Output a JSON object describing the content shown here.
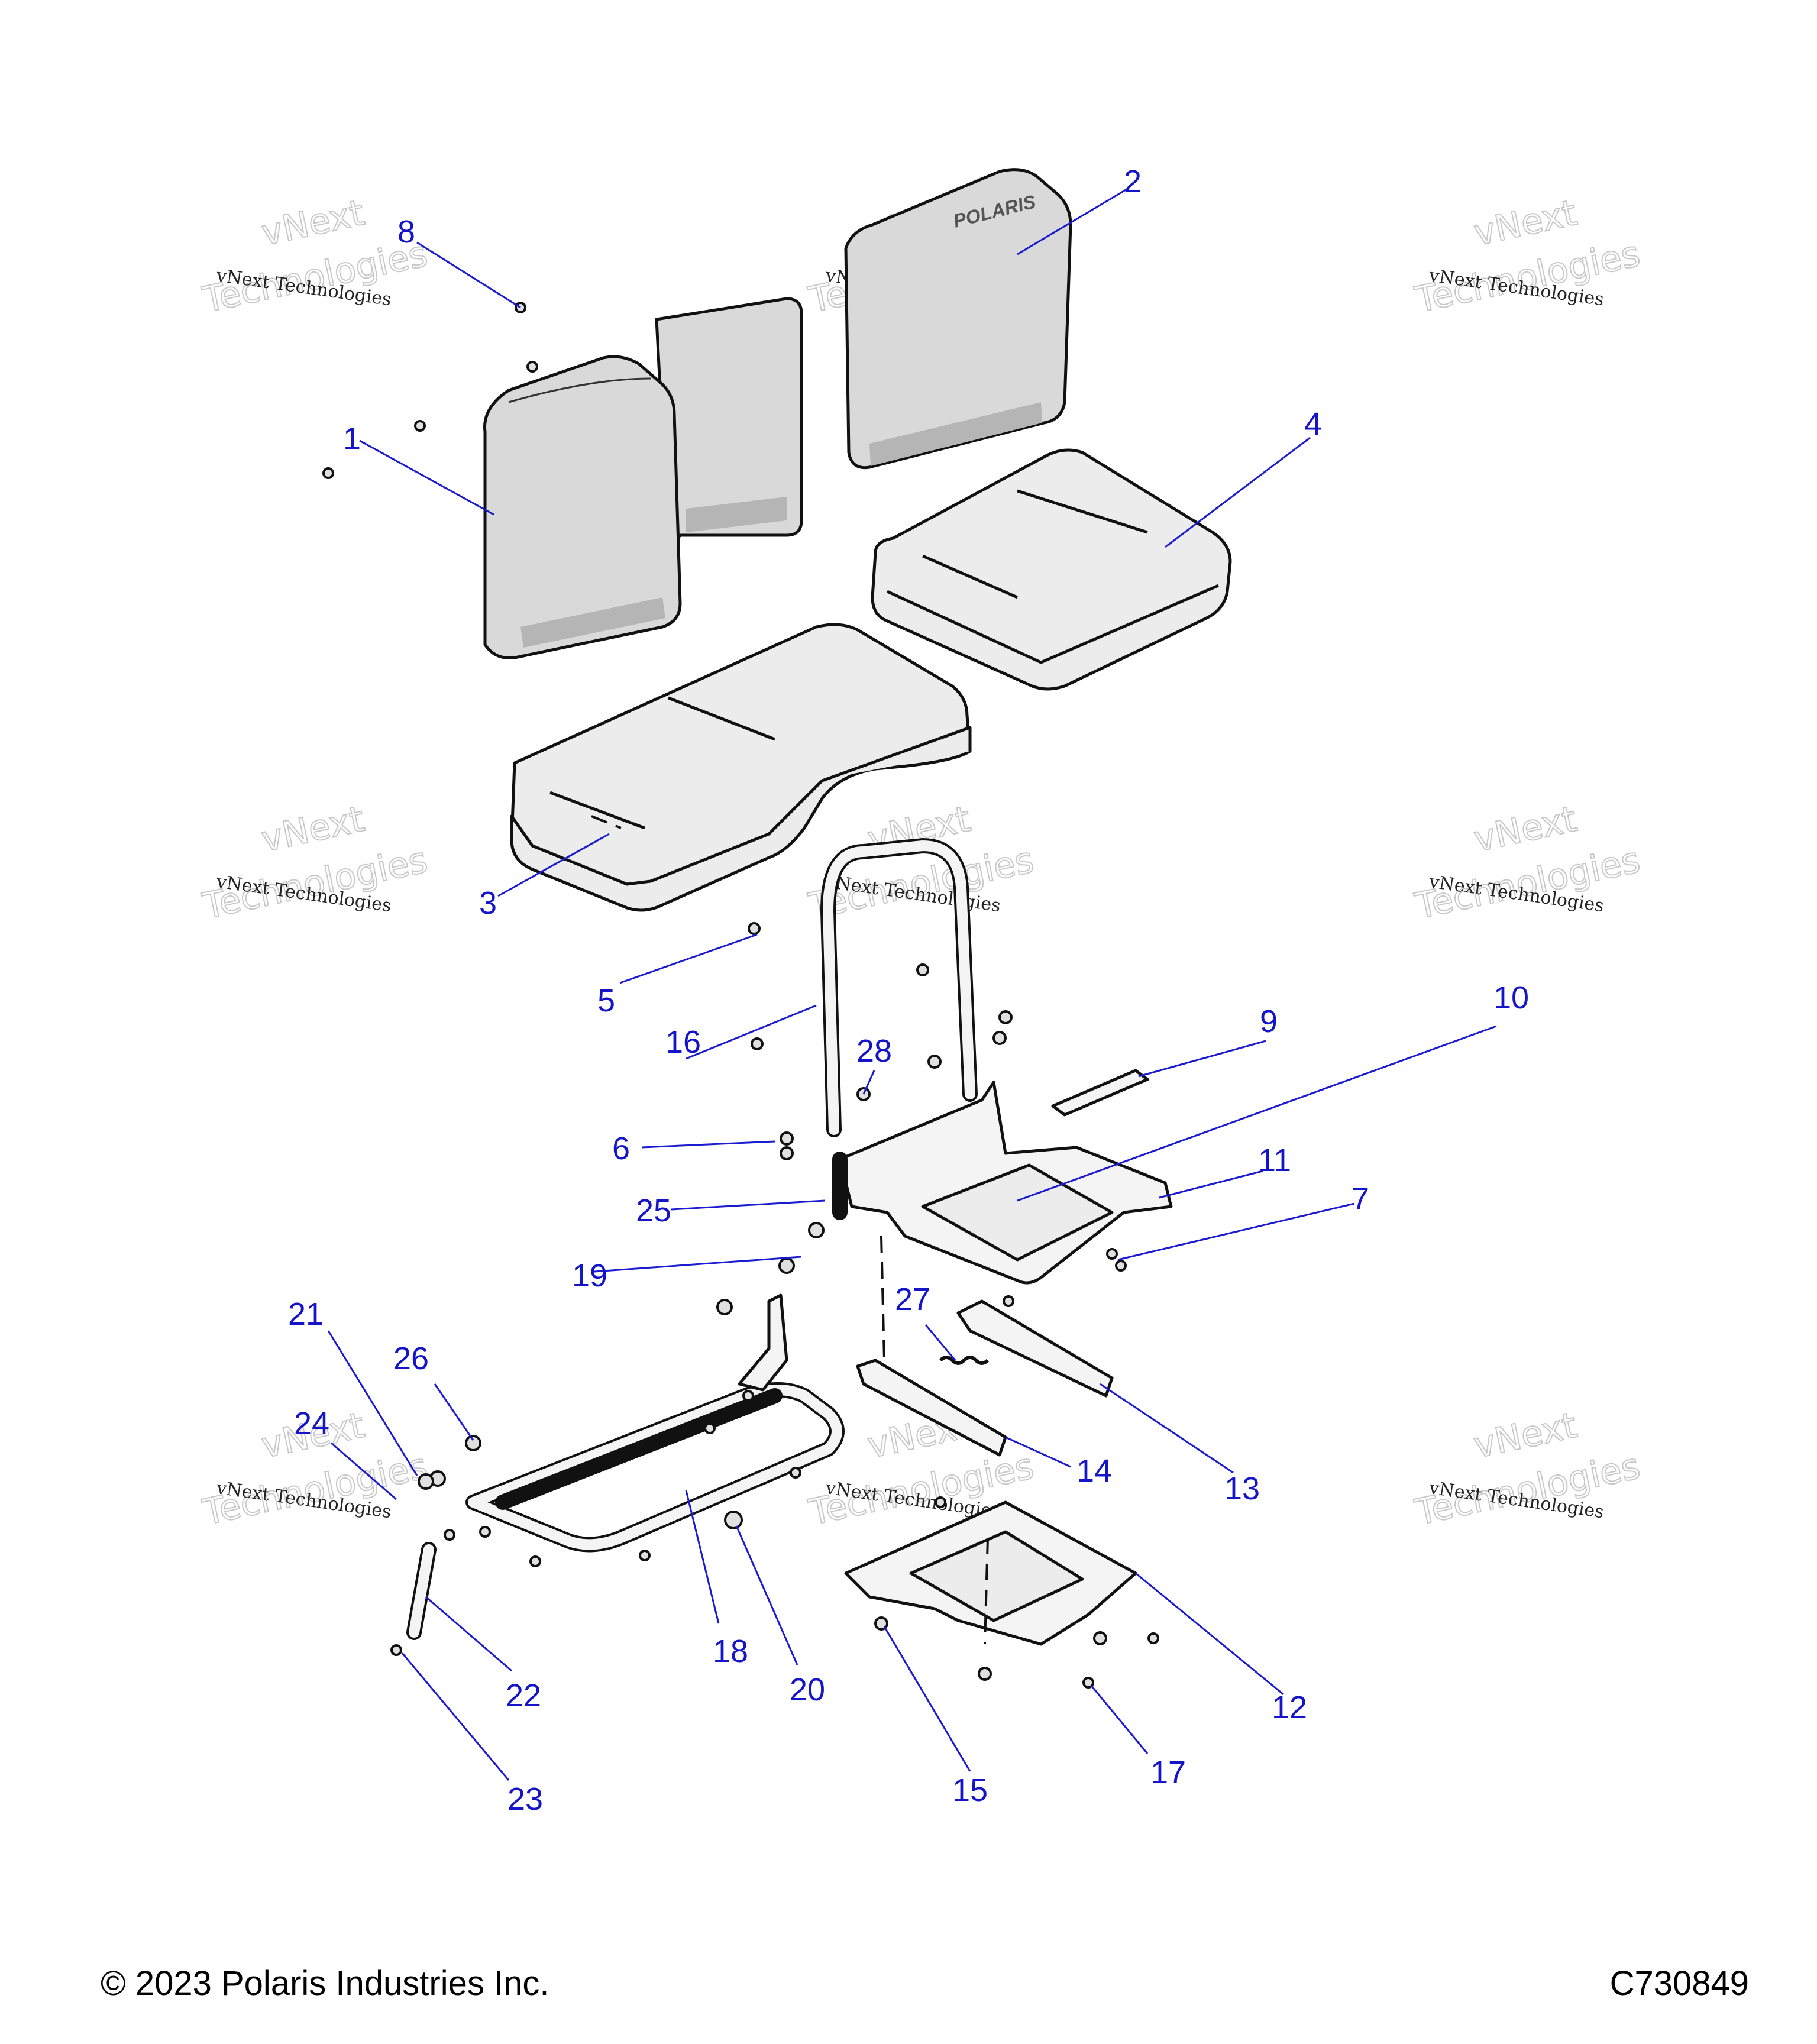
{
  "watermark": {
    "line_top": "vNext",
    "line_middle": "vNext Technologies",
    "line_bottom": "Technologies"
  },
  "footer": {
    "copyright": "© 2023 Polaris Industries Inc.",
    "figure_id": "C730849"
  },
  "seat_logo_text": "POLARIS",
  "callouts": [
    "1",
    "2",
    "3",
    "4",
    "5",
    "6",
    "7",
    "8",
    "9",
    "10",
    "11",
    "12",
    "13",
    "14",
    "15",
    "16",
    "17",
    "18",
    "19",
    "20",
    "21",
    "22",
    "23",
    "24",
    "25",
    "26",
    "27",
    "28"
  ]
}
